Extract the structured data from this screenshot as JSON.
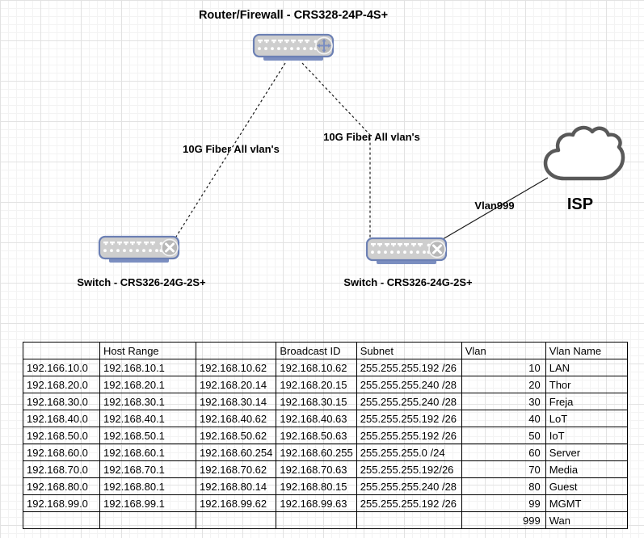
{
  "diagram": {
    "router_label": "Router/Firewall - CRS328-24P-4S+",
    "switch_left_label": "Switch - CRS326-24G-2S+",
    "switch_right_label": "Switch - CRS326-24G-2S+",
    "isp_label": "ISP",
    "link_labels": {
      "fiber_left": "10G Fiber All vlan's",
      "fiber_right": "10G Fiber All vlan's",
      "wan": "Vlan999"
    },
    "icons": {
      "router": "network-switch-icon",
      "switch_left": "network-switch-icon",
      "switch_right": "network-switch-icon",
      "isp": "cloud-icon"
    }
  },
  "table": {
    "headers": [
      "",
      "Host Range",
      "",
      "Broadcast ID",
      "Subnet",
      "Vlan",
      "Vlan Name"
    ],
    "rows": [
      [
        "192.166.10.0",
        "192.168.10.1",
        "192.168.10.62",
        "192.168.10.62",
        "255.255.255.192 /26",
        "10",
        "LAN"
      ],
      [
        "192.168.20.0",
        "192.168.20.1",
        "192.168.20.14",
        "192.168.20.15",
        "255.255.255.240 /28",
        "20",
        "Thor"
      ],
      [
        "192.168.30.0",
        "192.168.30.1",
        "192.168.30.14",
        "192.168.30.15",
        "255.255.255.240 /28",
        "30",
        "Freja"
      ],
      [
        "192.168.40.0",
        "192.168.40.1",
        "192.168.40.62",
        "192.168.40.63",
        "255.255.255.192 /26",
        "40",
        "LoT"
      ],
      [
        "192.168.50.0",
        "192.168.50.1",
        "192.168.50.62",
        "192.168.50.63",
        "255.255.255.192 /26",
        "50",
        "IoT"
      ],
      [
        "192.168.60.0",
        "192.168.60.1",
        "192.168.60.254",
        "192.168.60.255",
        "255.255.255.0 /24",
        "60",
        "Server"
      ],
      [
        "192.168.70.0",
        "192.168.70.1",
        "192.168.70.62",
        "192.168.70.63",
        "255.255.255.192/26",
        "70",
        "Media"
      ],
      [
        "192.168.80.0",
        "192.168.80.1",
        "192.168.80.14",
        "192.168.80.15",
        "255.255.255.240 /28",
        "80",
        "Guest"
      ],
      [
        "192.168.99.0",
        "192.168.99.1",
        "192.168.99.62",
        "192.168.99.63",
        "255.255.255.192 /26",
        "99",
        "MGMT"
      ],
      [
        "",
        "",
        "",
        "",
        "",
        "999",
        "Wan"
      ]
    ]
  },
  "colors": {
    "device_border": "#6c80b4",
    "device_fill": "#cecece",
    "device_base": "#7b8ec0",
    "device_glyph_blue": "#7b8ec0",
    "cloud_stroke": "#595959",
    "connector": "#1a1a1a",
    "grid_minor": "#f3f3f3",
    "grid_major": "#e2e2e2",
    "text": "#000000"
  }
}
